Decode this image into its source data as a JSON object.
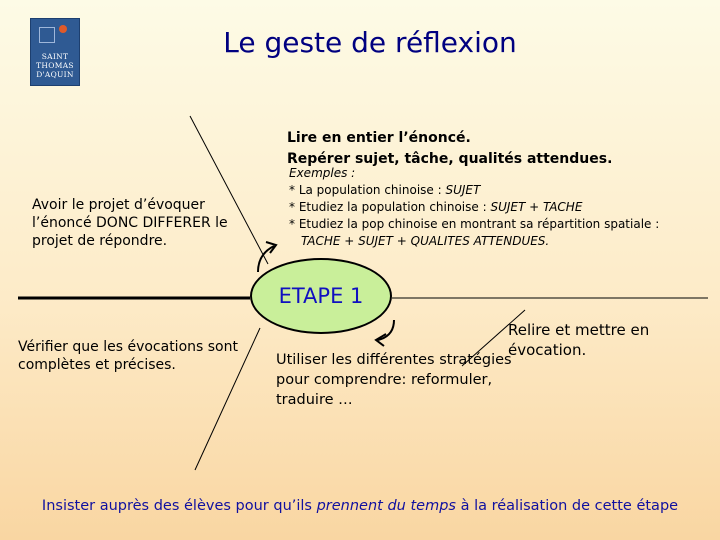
{
  "logo": {
    "line1": "SAINT",
    "line2": "THOMAS",
    "line3": "D'AQUIN"
  },
  "title": "Le geste de réflexion",
  "left": {
    "top_text": "Avoir le projet d’évoquer l’énoncé DONC DIFFERER le projet de répondre.",
    "bottom_text": "Vérifier que les évocations sont complètes et précises."
  },
  "instructions": {
    "line1": "Lire en entier l’énoncé.",
    "line2": "Repérer sujet, tâche, qualités attendues."
  },
  "examples": {
    "heading": "Exemples :",
    "ex1_prefix": "* La population chinoise : ",
    "ex1_tag": "SUJET",
    "ex2_prefix": "* Etudiez la population chinoise : ",
    "ex2_tag": "SUJET + TACHE",
    "ex3_prefix": "* Etudiez la pop chinoise en montrant sa répartition spatiale :",
    "ex3_tag": "TACHE + SUJET + QUALITES ATTENDUES."
  },
  "center": {
    "label": "ETAPE 1",
    "fill": "#c9ef9a"
  },
  "right": {
    "relire": "Relire et mettre en évocation."
  },
  "bottom_center": {
    "utiliser": "Utiliser les différentes stratégies pour comprendre: reformuler, traduire …"
  },
  "footer": {
    "part1": "Insister auprès des élèves pour qu’ils ",
    "part2": "prennent du temps",
    "part3": " à la réalisation de cette étape"
  },
  "colors": {
    "title": "#000080",
    "etape_text": "#1010c0",
    "footer": "#1010a0"
  }
}
